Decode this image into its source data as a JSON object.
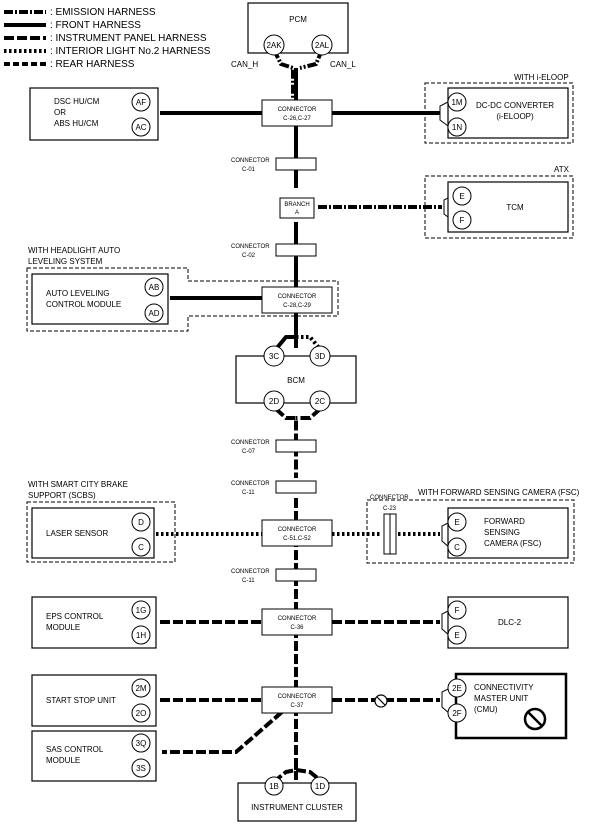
{
  "legend": [
    {
      "label": ": EMISSION HARNESS",
      "style": "h-em"
    },
    {
      "label": ": FRONT HARNESS",
      "style": "h-front"
    },
    {
      "label": ": INSTRUMENT PANEL HARNESS",
      "style": "h-ip"
    },
    {
      "label": ": INTERIOR LIGHT No.2 HARNESS",
      "style": "h-il2"
    },
    {
      "label": ": REAR HARNESS",
      "style": "h-rear"
    }
  ],
  "pcm": {
    "label": "PCM",
    "pin_left": "2AK",
    "pin_right": "2AL",
    "can_h": "CAN_H",
    "can_l": "CAN_L"
  },
  "dsc": {
    "line1": "DSC HU/CM",
    "line2": "OR",
    "line3": "ABS HU/CM",
    "pin_top": "AF",
    "pin_bottom": "AC"
  },
  "conn_c26": {
    "line1": "CONNECTOR",
    "line2": "C-26,C-27"
  },
  "ieloop": {
    "group": "WITH i-ELOOP",
    "line1": "DC-DC CONVERTER",
    "line2": "(i-ELOOP)",
    "pin_top": "1M",
    "pin_bottom": "1N"
  },
  "conn_c01": {
    "line1": "CONNECTOR",
    "line2": "C-01"
  },
  "branch": {
    "line1": "BRANCH",
    "line2": "A"
  },
  "tcm": {
    "group": "ATX",
    "label": "TCM",
    "pin_top": "E",
    "pin_bottom": "F"
  },
  "conn_c02": {
    "line1": "CONNECTOR",
    "line2": "C-02"
  },
  "auto_level": {
    "group_line1": "WITH HEADLIGHT AUTO",
    "group_line2": "LEVELING SYSTEM",
    "line1": "AUTO LEVELING",
    "line2": "CONTROL MODULE",
    "pin_top": "AB",
    "pin_bottom": "AD"
  },
  "conn_c28": {
    "line1": "CONNECTOR",
    "line2": "C-28,C-29"
  },
  "bcm": {
    "label": "BCM",
    "pin_tl": "3C",
    "pin_tr": "3D",
    "pin_bl": "2D",
    "pin_br": "2C"
  },
  "conn_c07": {
    "line1": "CONNECTOR",
    "line2": "C-07"
  },
  "conn_c11a": {
    "line1": "CONNECTOR",
    "line2": "C-11"
  },
  "laser": {
    "group_line1": "WITH SMART CITY BRAKE",
    "group_line2": "SUPPORT (SCBS)",
    "label": "LASER SENSOR",
    "pin_top": "D",
    "pin_bottom": "C"
  },
  "conn_c51": {
    "line1": "CONNECTOR",
    "line2": "C-51,C-52"
  },
  "fsc": {
    "group": "WITH FORWARD SENSING CAMERA (FSC)",
    "conn_line1": "CONNECTOR",
    "conn_line2": "C-23",
    "line1": "FORWARD",
    "line2": "SENSING",
    "line3": "CAMERA (FSC)",
    "pin_top": "E",
    "pin_bottom": "C"
  },
  "conn_c11b": {
    "line1": "CONNECTOR",
    "line2": "C-11"
  },
  "eps": {
    "line1": "EPS CONTROL",
    "line2": "MODULE",
    "pin_top": "1G",
    "pin_bottom": "1H"
  },
  "conn_c36": {
    "line1": "CONNECTOR",
    "line2": "C-36"
  },
  "dlc": {
    "label": "DLC-2",
    "pin_top": "F",
    "pin_bottom": "E"
  },
  "startstop": {
    "label": "START STOP UNIT",
    "pin_top": "2M",
    "pin_bottom": "2O"
  },
  "conn_c37": {
    "line1": "CONNECTOR",
    "line2": "C-37"
  },
  "cmu": {
    "line1": "CONNECTIVITY",
    "line2": "MASTER UNIT",
    "line3": "(CMU)",
    "pin_top": "2E",
    "pin_bottom": "2F"
  },
  "sas": {
    "line1": "SAS CONTROL",
    "line2": "MODULE",
    "pin_top": "3Q",
    "pin_bottom": "3S"
  },
  "cluster": {
    "label": "INSTRUMENT CLUSTER",
    "pin_left": "1B",
    "pin_right": "1D"
  }
}
